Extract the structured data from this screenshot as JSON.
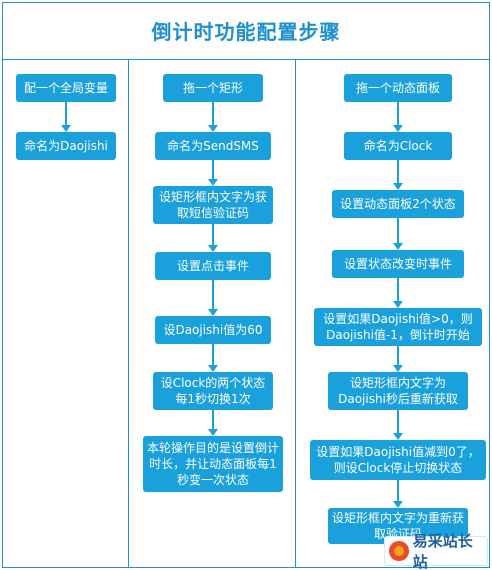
{
  "title": "倒计时功能配置步骤",
  "columns": {
    "left": {
      "steps": [
        "配一个全局变量",
        "命名为Daojishi"
      ]
    },
    "middle": {
      "steps": [
        "拖一个矩形",
        "命名为SendSMS",
        "设矩形框内文字为获取短信验证码",
        "设置点击事件",
        "设Daojishi值为60",
        "设Clock的两个状态每1秒切换1次",
        "本轮操作目的是设置倒计时长，并让动态面板每1秒变一次状态"
      ]
    },
    "right": {
      "steps": [
        "拖一个动态面板",
        "命名为Clock",
        "设置动态面板2个状态",
        "设置状态改变时事件",
        "设置如果Daojishi值>0，则Daojishi值-1，倒计时开始",
        "设矩形框内文字为Daojishi秒后重新获取",
        "设置如果Daojishi值减到0了，则设Clock停止切换状态",
        "设矩形框内文字为重新获取验证码"
      ]
    }
  },
  "watermark": {
    "text": "易采站长站"
  },
  "colors": {
    "accent": "#1aa0da",
    "border": "#1e8fcf",
    "title": "#1e8fcf"
  }
}
